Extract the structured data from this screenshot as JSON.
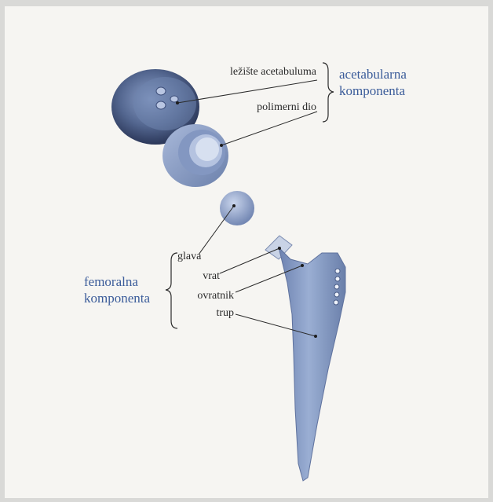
{
  "labels": {
    "lezaste": "ležište acetabuluma",
    "polimerni": "polimerni dio",
    "glava": "glava",
    "vrat": "vrat",
    "ovratnik": "ovratnik",
    "trup": "trup"
  },
  "groups": {
    "acetabularna_line1": "acetabularna",
    "acetabularna_line2": "komponenta",
    "femoralna_line1": "femoralna",
    "femoralna_line2": "komponenta"
  },
  "colors": {
    "paper": "#f6f5f2",
    "implant": "#7f95bf",
    "implant_dark": "#3e4f7a",
    "group_text": "#3b5c9a",
    "label_text": "#2a2a2a"
  }
}
